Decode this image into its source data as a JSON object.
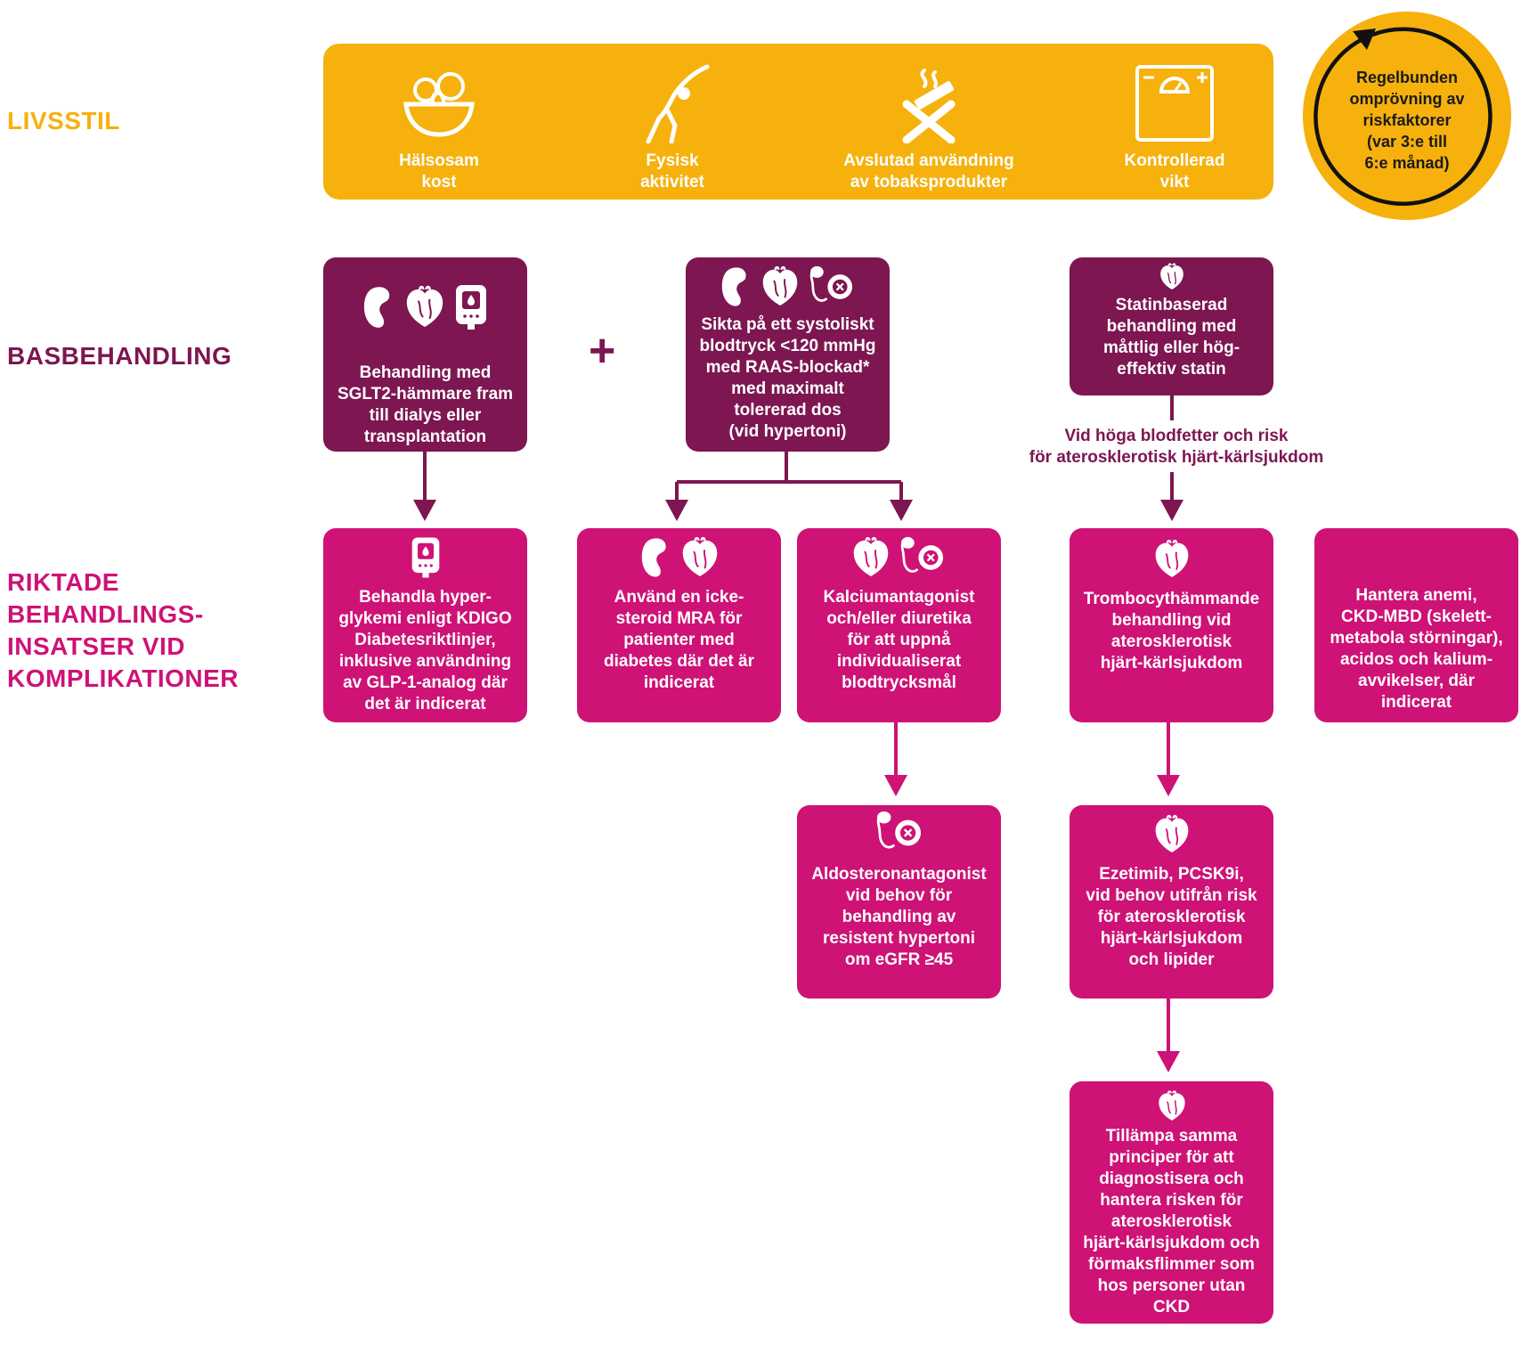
{
  "labels": {
    "livsstil": "LIVSSTIL",
    "basbehandling": "BASBEHANDLING",
    "riktade": "RIKTADE\nBEHANDLINGS-\nINSATSER VID\nKOMPLIKATIONER"
  },
  "lifestyle": [
    {
      "text": "Hälsosam\nkost",
      "icon": "food-bowl-icon"
    },
    {
      "text": "Fysisk\naktivitet",
      "icon": "stretching-person-icon"
    },
    {
      "text": "Avslutad användning\nav tobaksprodukter",
      "icon": "no-smoking-icon"
    },
    {
      "text": "Kontrollerad\nvikt",
      "icon": "weight-scale-icon"
    }
  ],
  "review": {
    "text": "Regelbunden\nomprövning av\nriskfaktorer\n(var 3:e till\n6:e månad)"
  },
  "base": {
    "sglt2": "Behandling med\nSGLT2-hämmare fram\ntill dialys eller\ntransplantation",
    "bp": "Sikta på ett systoliskt\nblodtryck <120 mmHg\nmed RAAS-blockad*\nmed maximalt\ntolererad dos\n(vid hypertoni)",
    "statin": "Statinbaserad\nbehandling med\nmåttlig eller hög-\neffektiv statin"
  },
  "plus": "+",
  "note": "Vid höga blodfetter och risk\nför aterosklerotisk hjärt-kärlsjukdom",
  "targeted": {
    "hyperglycemia": "Behandla hyper-\nglykemi enligt KDIGO\nDiabetesriktlinjer,\ninklusive användning\nav GLP-1-analog där\ndet är indicerat",
    "mra": "Använd en icke-\nsteroid MRA för\npatienter med\ndiabetes där det är\nindicerat",
    "calcium": "Kalciumantagonist\noch/eller diuretika\nför att uppnå\nindividualiserat\nblodtrycksmål",
    "platelet": "Trombocythämmande\nbehandling vid\naterosklerotisk\nhjärt-kärlsjukdom",
    "anemia": "Hantera anemi,\nCKD-MBD (skelett-\nmetabola störningar),\nacidos och kalium-\navvikelser, där\nindicerat",
    "aldosterone": "Aldosteronantagonist\nvid behov för\nbehandling av\nresistent hypertoni\nom eGFR ≥45",
    "ezetimib": "Ezetimib, PCSK9i,\nvid behov utifrån risk\nför aterosklerotisk\nhjärt-kärlsjukdom\noch lipider",
    "principles": "Tillämpa samma\nprinciper för att\ndiagnostisera och\nhantera risken för\naterosklerotisk\nhjärt-kärlsjukdom och\nförmaksflimmer som\nhos personer utan\nCKD"
  },
  "colors": {
    "yellow": "#F6B10D",
    "dark": "#7D1651",
    "pink": "#CE1276"
  }
}
